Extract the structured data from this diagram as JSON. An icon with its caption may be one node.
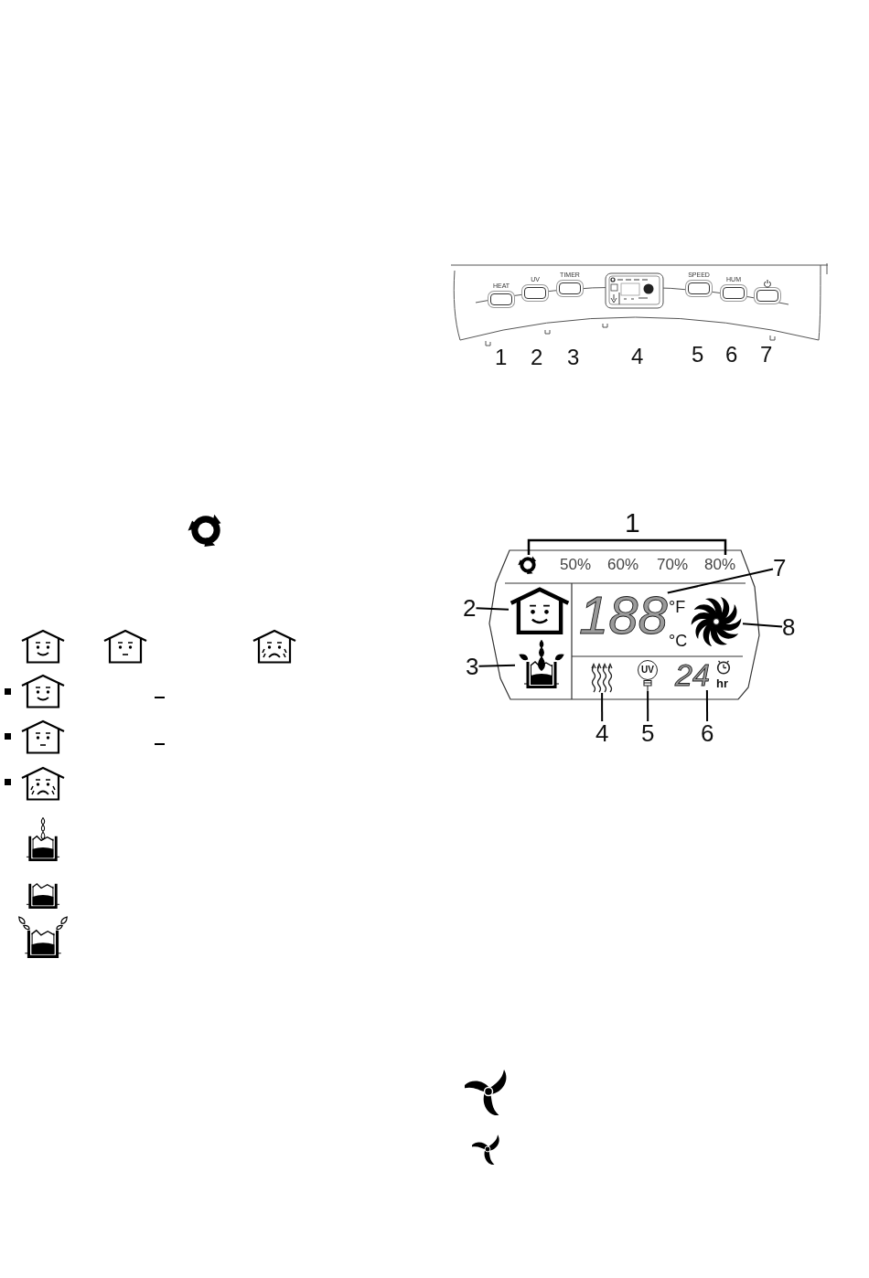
{
  "diagram": {
    "nodes": [
      {
        "text": [
          "HEAT"
        ]
      },
      {
        "text": [
          "UV"
        ]
      },
      {
        "text": [
          "TIMER"
        ]
      },
      {
        "text": [
          "SPEED"
        ]
      },
      {
        "text": [
          "HUM"
        ]
      },
      {
        "text": [],
        "shape": "box"
      },
      {
        "text": [
          "7"
        ]
      },
      {
        "text": [
          "188"
        ],
        "beside": [
          "°F",
          "°C"
        ]
      },
      {
        "text": [
          "2"
        ]
      },
      {
        "text": [],
        "shape": "picture"
      },
      {
        "text": [],
        "shape": "picture"
      },
      {
        "text": [
          "8"
        ]
      },
      {
        "text": [
          "3"
        ]
      },
      {
        "text": [],
        "shape": "picture"
      },
      {
        "text": [],
        "shape": "picture"
      },
      {
        "text": [
          "UV"
        ]
      },
      {
        "text": [
          "24"
        ],
        "beside": [
          "hr"
        ]
      },
      {
        "text": [
          "4"
        ]
      },
      {
        "text": [
          "5"
        ]
      },
      {
        "text": [
          "6"
        ]
      }
    ],
    "edges": [
      {
        "from": 6,
        "to": 7,
        "arrow": "none"
      },
      {
        "from": 8,
        "to": 9,
        "arrow": "none"
      },
      {
        "from": 11,
        "to": 10,
        "arrow": "none"
      },
      {
        "from": 12,
        "to": 13,
        "arrow": "none"
      },
      {
        "from": 17,
        "to": 14,
        "arrow": "none"
      },
      {
        "from": 18,
        "to": 15,
        "arrow": "none"
      },
      {
        "from": 19,
        "to": 16,
        "arrow": "none"
      }
    ],
    "labels": [
      "1",
      "2",
      "3",
      "4",
      "5",
      "6",
      "7",
      "1",
      "50%",
      "60%",
      "70%",
      "80%"
    ]
  }
}
